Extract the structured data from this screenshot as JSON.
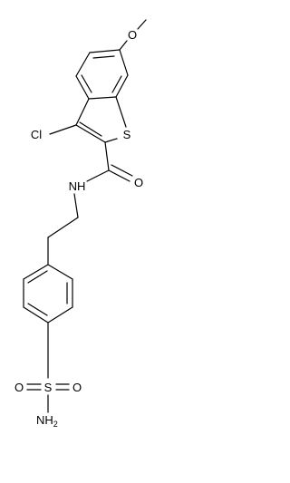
{
  "molecule": {
    "atoms": {
      "methoxy_o": "O",
      "ring_s": "S",
      "cl": "Cl",
      "carbonyl_o": "O",
      "amide_nh": "NH",
      "sulfonyl_s": "S",
      "sulfonyl_o_left": "O",
      "sulfonyl_o_right": "O",
      "sulfonamide_n": "NH",
      "sulfonamide_n_sub": "2"
    }
  }
}
